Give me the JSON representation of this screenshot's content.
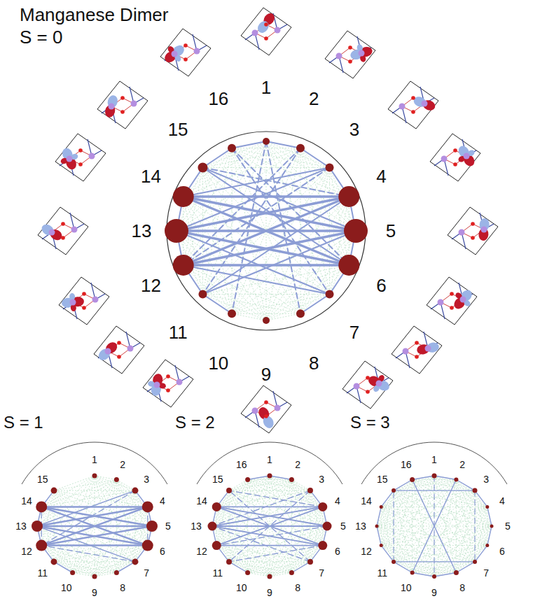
{
  "diagram": {
    "title": "Manganese Dimer",
    "labels": [
      "S = 0",
      "1",
      "2",
      "3",
      "4",
      "5",
      "6",
      "7",
      "8",
      "9",
      "10",
      "11",
      "12",
      "13",
      "14",
      "15",
      "16",
      "S = 1",
      "1",
      "2",
      "3",
      "4",
      "5",
      "6",
      "7",
      "8",
      "9",
      "10",
      "11",
      "12",
      "13",
      "14",
      "15",
      "S = 2",
      "16",
      "1",
      "2",
      "3",
      "4",
      "5",
      "6",
      "7",
      "8",
      "9",
      "10",
      "11",
      "12",
      "13",
      "14",
      "15",
      "S = 3",
      "16",
      "1",
      "2",
      "3",
      "4",
      "5",
      "6",
      "7",
      "8",
      "9",
      "10",
      "11",
      "12",
      "13",
      "14",
      "15"
    ]
  }
}
